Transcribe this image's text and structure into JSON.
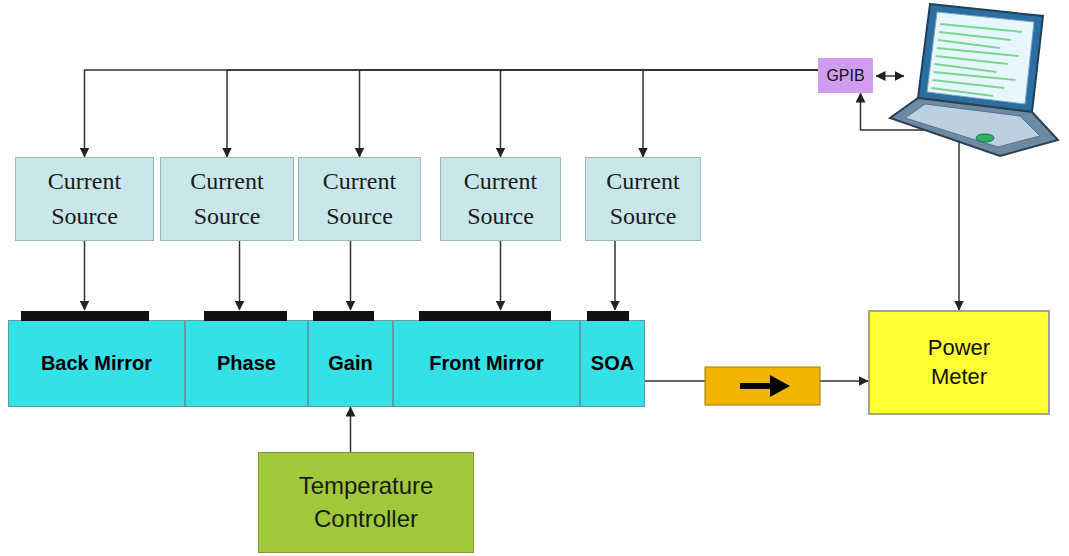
{
  "diagram": {
    "nodes": [
      {
        "text": [
          "GPIB"
        ]
      },
      {
        "text": [
          "Current Source"
        ]
      },
      {
        "text": [
          "Current Source"
        ]
      },
      {
        "text": [
          "Current Source"
        ]
      },
      {
        "text": [
          "Current Source"
        ]
      },
      {
        "text": [
          "Current Source"
        ]
      },
      {
        "text": [
          "Back Mirror"
        ]
      },
      {
        "text": [
          "Phase"
        ]
      },
      {
        "text": [
          "Gain"
        ]
      },
      {
        "text": [
          "Front Mirror"
        ]
      },
      {
        "text": [
          "SOA"
        ]
      },
      {
        "text": [
          "Power Meter"
        ]
      },
      {
        "text": [
          "Temperature Controller"
        ]
      }
    ],
    "edges": [
      {
        "from": 0,
        "to": 1,
        "arrow": "to"
      },
      {
        "from": 0,
        "to": 2,
        "arrow": "to"
      },
      {
        "from": 0,
        "to": 3,
        "arrow": "to"
      },
      {
        "from": 0,
        "to": 4,
        "arrow": "to"
      },
      {
        "from": 0,
        "to": 5,
        "arrow": "to"
      },
      {
        "from": 11,
        "to": 0,
        "arrow": "both"
      },
      {
        "from": 1,
        "to": 6,
        "arrow": "to"
      },
      {
        "from": 2,
        "to": 7,
        "arrow": "to"
      },
      {
        "from": 3,
        "to": 8,
        "arrow": "to"
      },
      {
        "from": 4,
        "to": 9,
        "arrow": "to"
      },
      {
        "from": 5,
        "to": 10,
        "arrow": "to"
      },
      {
        "from": 12,
        "to": 8,
        "arrow": "to"
      },
      {
        "from": 10,
        "to": 11,
        "arrow": "to"
      }
    ]
  }
}
